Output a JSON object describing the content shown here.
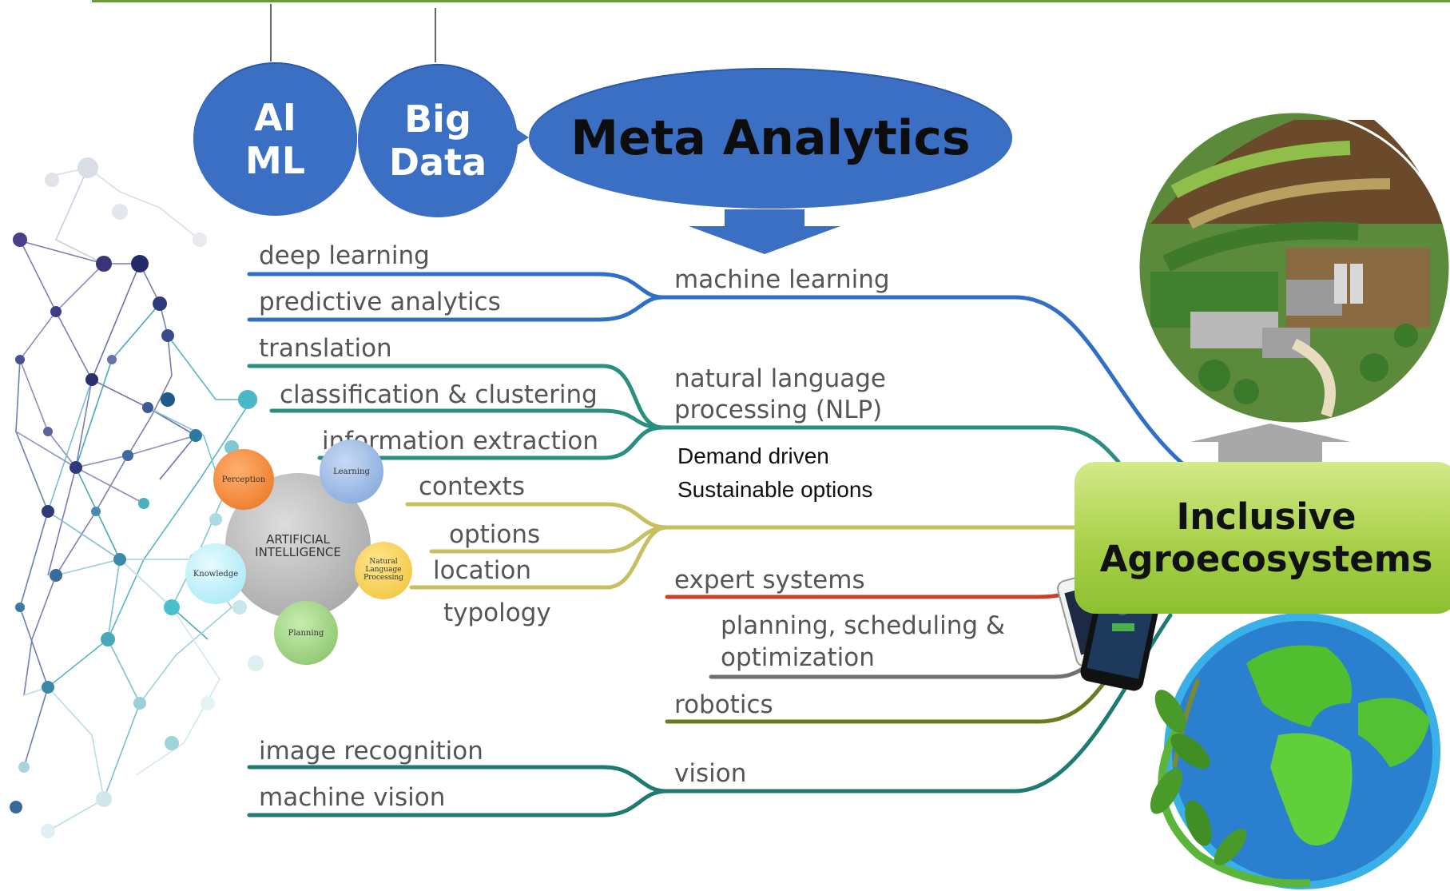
{
  "header": {
    "bubble_ai_line1": "AI",
    "bubble_ai_line2": "ML",
    "bubble_bigdata_line1": "Big",
    "bubble_bigdata_line2": "Data",
    "meta_analytics": "Meta Analytics"
  },
  "left_branches": {
    "deep_learning": "deep learning",
    "predictive_analytics": "predictive analytics",
    "translation": "translation",
    "classification": "classification & clustering",
    "information_extraction": "information extraction",
    "contexts": "contexts",
    "options": "options",
    "location": "location",
    "typology": "typology",
    "image_recognition": "image recognition",
    "machine_vision": "machine vision"
  },
  "center_branches": {
    "machine_learning": "machine learning",
    "nlp_line1": "natural language",
    "nlp_line2": "processing (NLP)",
    "demand_driven": "Demand driven",
    "sustainable_options": "Sustainable options",
    "expert_systems": "expert systems",
    "planning_line1": "planning, scheduling &",
    "planning_line2": "optimization",
    "robotics": "robotics",
    "vision": "vision"
  },
  "ai_cluster": {
    "center_line1": "ARTIFICIAL",
    "center_line2": "INTELLIGENCE",
    "perception": "Perception",
    "learning": "Learning",
    "knowledge": "Knowledge",
    "nlp_line1": "Natural",
    "nlp_line2": "Language",
    "nlp_line3": "Processing",
    "planning": "Planning"
  },
  "result": {
    "line1": "Inclusive",
    "line2": "Agroecosystems"
  },
  "colors": {
    "blue_line": "#2f6fc8",
    "teal_line": "#2a8f7e",
    "olive_line": "#c8c060",
    "red_line": "#c8402a",
    "gray_line": "#707070",
    "darkolive_line": "#6d7a20",
    "vision_line": "#1f7a70",
    "bubble": "#3a6fc4",
    "green_box": "#a8d048"
  }
}
